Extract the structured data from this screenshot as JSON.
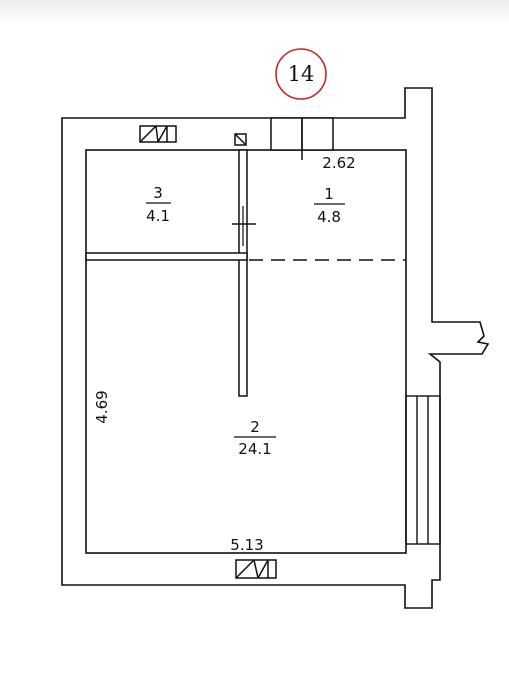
{
  "plan": {
    "apartment_number": "14",
    "rooms": [
      {
        "number": "3",
        "area": "4.1"
      },
      {
        "number": "1",
        "area": "4.8"
      },
      {
        "number": "2",
        "area": "24.1"
      }
    ],
    "dimensions": {
      "corridor_width": "2.62",
      "room_height": "4.69",
      "room_width": "5.13"
    },
    "colors": {
      "lines": "#111111",
      "badge": "#c62828",
      "background": "#ffffff"
    }
  }
}
